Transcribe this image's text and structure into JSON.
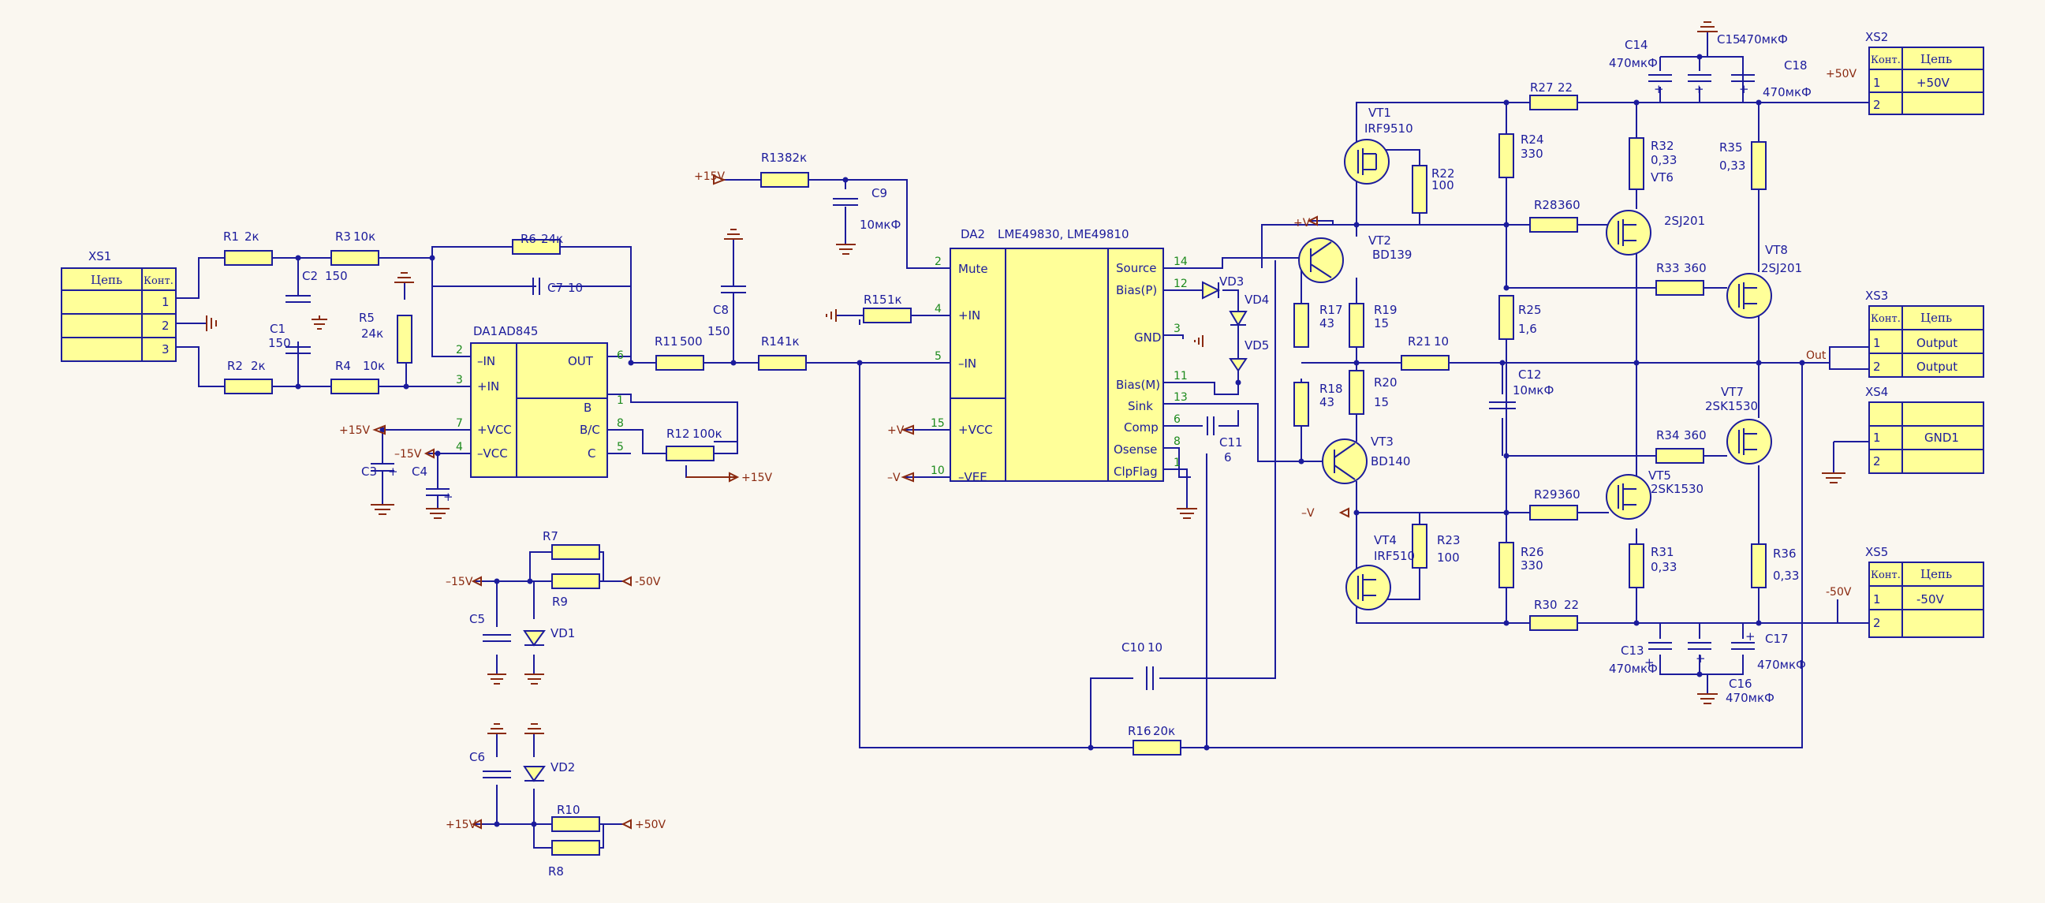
{
  "resistors": [
    {
      "ref": "R1",
      "val": "2к"
    },
    {
      "ref": "R2",
      "val": "2к"
    },
    {
      "ref": "R3",
      "val": "10к"
    },
    {
      "ref": "R4",
      "val": "10к"
    },
    {
      "ref": "R5",
      "val": "24к"
    },
    {
      "ref": "R6",
      "val": "24к"
    },
    {
      "ref": "R7",
      "val": ""
    },
    {
      "ref": "R8",
      "val": ""
    },
    {
      "ref": "R9",
      "val": ""
    },
    {
      "ref": "R10",
      "val": ""
    },
    {
      "ref": "R11",
      "val": "500"
    },
    {
      "ref": "R12",
      "val": "100к"
    },
    {
      "ref": "R13",
      "val": "82к"
    },
    {
      "ref": "R14",
      "val": "1к"
    },
    {
      "ref": "R15",
      "val": "1к"
    },
    {
      "ref": "R16",
      "val": "20к"
    },
    {
      "ref": "R17",
      "val": "43"
    },
    {
      "ref": "R18",
      "val": "43"
    },
    {
      "ref": "R19",
      "val": "15"
    },
    {
      "ref": "R20",
      "val": "15"
    },
    {
      "ref": "R21",
      "val": "10"
    },
    {
      "ref": "R22",
      "val": "100"
    },
    {
      "ref": "R23",
      "val": "100"
    },
    {
      "ref": "R24",
      "val": "330"
    },
    {
      "ref": "R25",
      "val": "1,6"
    },
    {
      "ref": "R26",
      "val": "330"
    },
    {
      "ref": "R27",
      "val": "22"
    },
    {
      "ref": "R28",
      "val": "360"
    },
    {
      "ref": "R29",
      "val": "360"
    },
    {
      "ref": "R30",
      "val": "22"
    },
    {
      "ref": "R31",
      "val": "0,33"
    },
    {
      "ref": "R32",
      "val": "0,33"
    },
    {
      "ref": "R33",
      "val": "360"
    },
    {
      "ref": "R34",
      "val": "360"
    },
    {
      "ref": "R35",
      "val": "0,33"
    },
    {
      "ref": "R36",
      "val": "0,33"
    }
  ],
  "capacitors": [
    {
      "ref": "C1",
      "val": "150"
    },
    {
      "ref": "C2",
      "val": "150"
    },
    {
      "ref": "C3",
      "val": ""
    },
    {
      "ref": "C4",
      "val": ""
    },
    {
      "ref": "C5",
      "val": ""
    },
    {
      "ref": "C6",
      "val": ""
    },
    {
      "ref": "C7",
      "val": "10"
    },
    {
      "ref": "C8",
      "val": "150"
    },
    {
      "ref": "C9",
      "val": "10мкФ"
    },
    {
      "ref": "C10",
      "val": "10"
    },
    {
      "ref": "C11",
      "val": "6"
    },
    {
      "ref": "C12",
      "val": "10мкФ"
    },
    {
      "ref": "C13",
      "val": "470мкФ"
    },
    {
      "ref": "C14",
      "val": "470мкФ"
    },
    {
      "ref": "C15",
      "val": "470мкФ"
    },
    {
      "ref": "C16",
      "val": "470мкФ"
    },
    {
      "ref": "C17",
      "val": "470мкФ"
    },
    {
      "ref": "C18",
      "val": "470мкФ"
    }
  ],
  "diodes": [
    "VD1",
    "VD2",
    "VD3",
    "VD4",
    "VD5"
  ],
  "transistors": [
    {
      "ref": "VT1",
      "part": "IRF9510"
    },
    {
      "ref": "VT2",
      "part": "BD139"
    },
    {
      "ref": "VT3",
      "part": "BD140"
    },
    {
      "ref": "VT4",
      "part": "IRF510"
    },
    {
      "ref": "VT5",
      "part": "2SK1530"
    },
    {
      "ref": "VT6",
      "part": "2SJ201"
    },
    {
      "ref": "VT7",
      "part": "2SK1530"
    },
    {
      "ref": "VT8",
      "part": "2SJ201"
    }
  ],
  "da1": {
    "ref": "DA1",
    "part": "AD845",
    "pins_left": [
      {
        "num": "2",
        "name": "–IN"
      },
      {
        "num": "3",
        "name": "+IN"
      },
      {
        "num": "7",
        "name": "+VCC"
      },
      {
        "num": "4",
        "name": "–VCC"
      }
    ],
    "pins_right": [
      {
        "num": "6",
        "name": "OUT"
      },
      {
        "num": "1",
        "name": "B"
      },
      {
        "num": "8",
        "name": "B/C"
      },
      {
        "num": "5",
        "name": "C"
      }
    ]
  },
  "da2": {
    "ref": "DA2",
    "part": "LME49830, LME49810",
    "pins_left": [
      {
        "num": "2",
        "name": "Mute"
      },
      {
        "num": "4",
        "name": "+IN"
      },
      {
        "num": "5",
        "name": "–IN"
      },
      {
        "num": "15",
        "name": "+VCC"
      },
      {
        "num": "10",
        "name": "–VEE"
      }
    ],
    "pins_right": [
      {
        "num": "14",
        "name": "Source"
      },
      {
        "num": "12",
        "name": "Bias(P)"
      },
      {
        "num": "3",
        "name": "GND"
      },
      {
        "num": "11",
        "name": "Bias(M)"
      },
      {
        "num": "13",
        "name": "Sink"
      },
      {
        "num": "6",
        "name": "Comp"
      },
      {
        "num": "8",
        "name": "Osense"
      },
      {
        "num": "1",
        "name": "ClpFlag"
      }
    ]
  },
  "connectors": {
    "head_net": "Цепь",
    "head_pin": "Конт.",
    "xs1": {
      "ref": "XS1",
      "rows": [
        {
          "pin": "1",
          "net": ""
        },
        {
          "pin": "2",
          "net": ""
        },
        {
          "pin": "3",
          "net": ""
        }
      ]
    },
    "xs2": {
      "ref": "XS2",
      "rows": [
        {
          "pin": "1",
          "net": "+50V"
        },
        {
          "pin": "2",
          "net": ""
        }
      ]
    },
    "xs3": {
      "ref": "XS3",
      "rows": [
        {
          "pin": "1",
          "net": "Output"
        },
        {
          "pin": "2",
          "net": "Output"
        }
      ]
    },
    "xs4": {
      "ref": "XS4",
      "rows": [
        {
          "pin": "1",
          "net": "GND1"
        },
        {
          "pin": "2",
          "net": ""
        }
      ]
    },
    "xs5": {
      "ref": "XS5",
      "rows": [
        {
          "pin": "1",
          "net": "-50V"
        },
        {
          "pin": "2",
          "net": ""
        }
      ]
    }
  },
  "power": {
    "p15": "+15V",
    "m15": "–15V",
    "p50": "+50V",
    "m50": "-50V",
    "pv": "+V",
    "mv": "–V",
    "out": "Out",
    "pm15": "-15V"
  }
}
